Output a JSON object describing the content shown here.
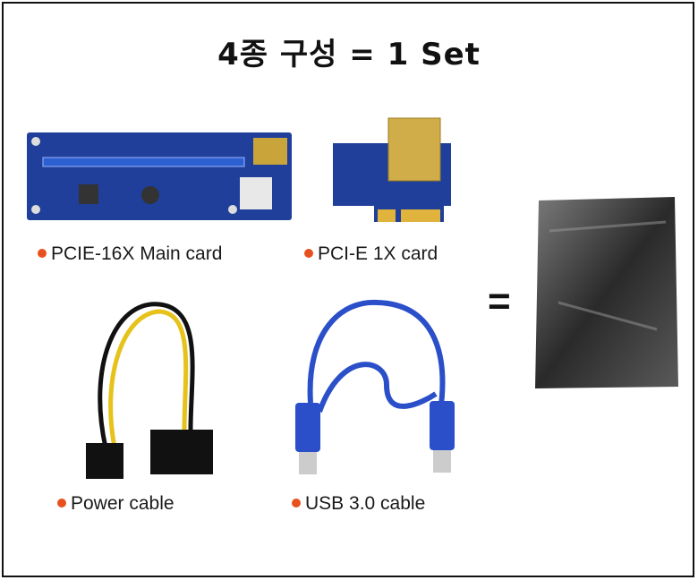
{
  "title": "4종 구성 = 1 Set",
  "equals": "=",
  "items": [
    {
      "label": "PCIE-16X Main card"
    },
    {
      "label": "PCI-E 1X card"
    },
    {
      "label": "Power cable"
    },
    {
      "label": "USB 3.0 cable"
    }
  ],
  "colors": {
    "bullet": "#e8511f",
    "pcb": "#1f3f9a",
    "cable_blue": "#2a4fc9"
  }
}
